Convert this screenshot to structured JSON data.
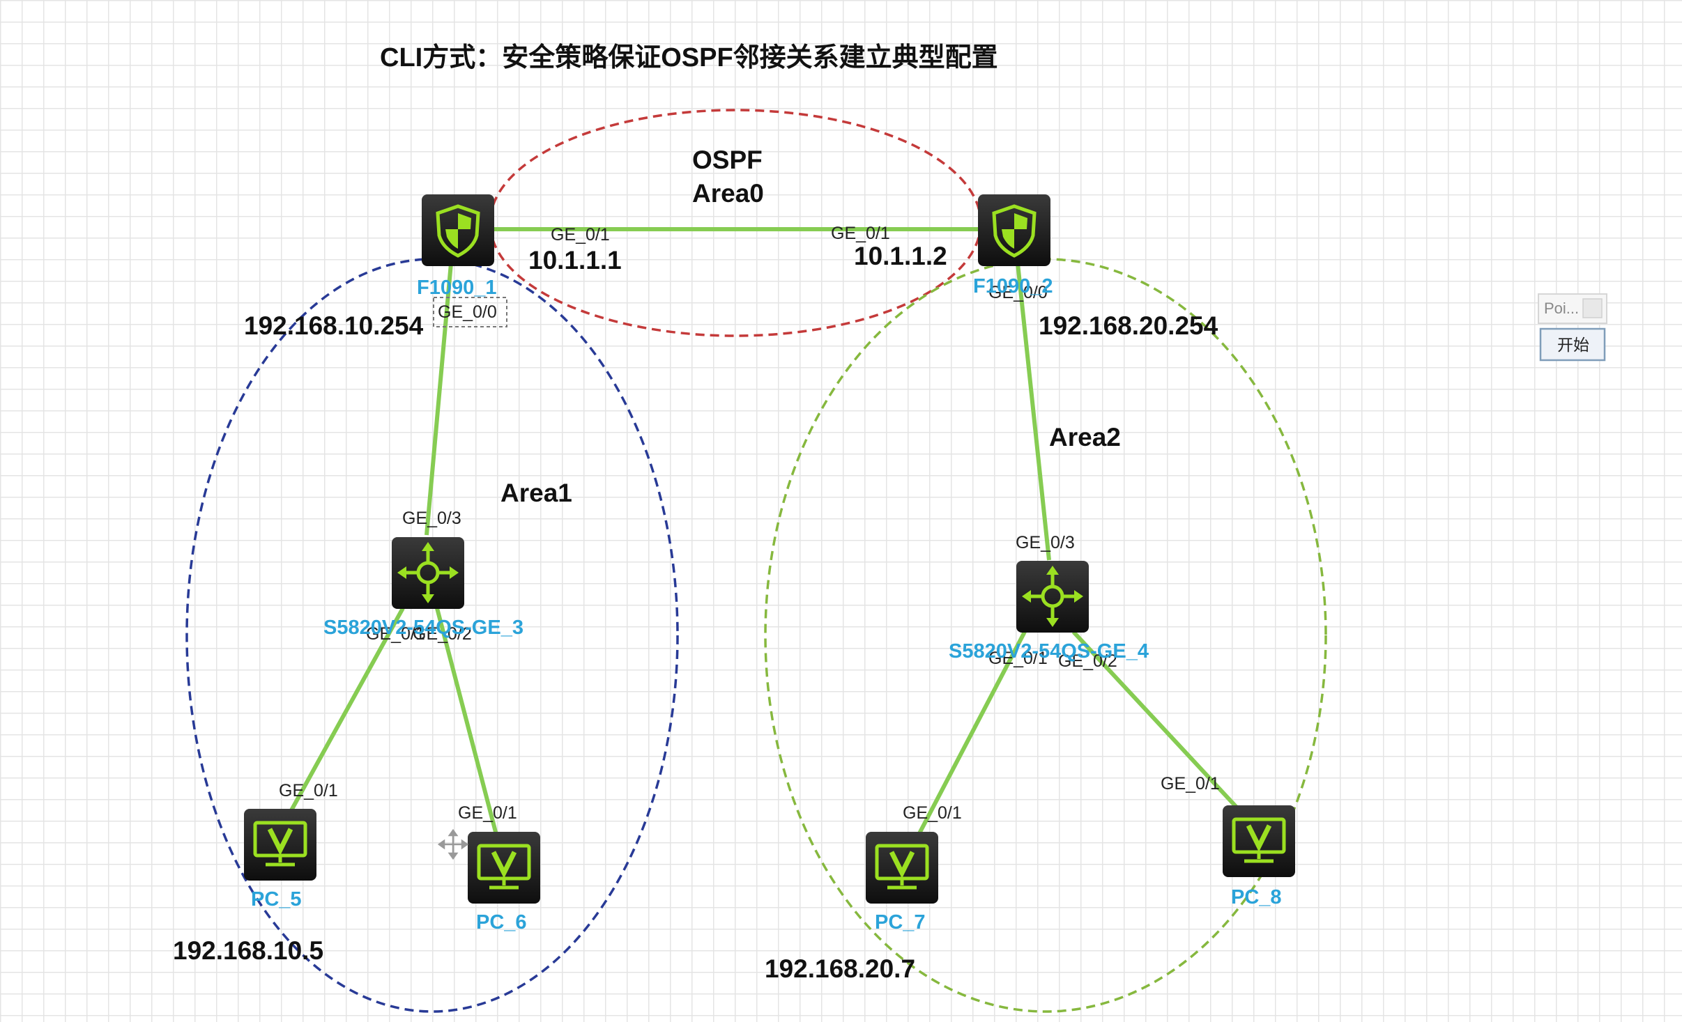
{
  "title": "CLI方式：安全策略保证OSPF邻接关系建立典型配置",
  "colors": {
    "link": "#86cc52",
    "area0": "#c43a3a",
    "area1": "#283a96",
    "area2": "#86b83e",
    "device_label": "#2ba3d9",
    "icon_bg": "#1b1b1b",
    "icon_fg": "#9be021"
  },
  "areas": {
    "area0": {
      "line1": "OSPF",
      "line2": "Area0"
    },
    "area1": {
      "label": "Area1"
    },
    "area2": {
      "label": "Area2"
    }
  },
  "devices": {
    "fw1": {
      "name": "F1090_1",
      "icon": "firewall-shield-icon"
    },
    "fw2": {
      "name": "F1090_2",
      "icon": "firewall-shield-icon"
    },
    "sw3": {
      "name": "S5820V2-54QS-GE_3",
      "icon": "switch-arrows-icon"
    },
    "sw4": {
      "name": "S5820V2-54QS-GE_4",
      "icon": "switch-arrows-icon"
    },
    "pc5": {
      "name": "PC_5",
      "icon": "pc-monitor-icon"
    },
    "pc6": {
      "name": "PC_6",
      "icon": "pc-monitor-icon"
    },
    "pc7": {
      "name": "PC_7",
      "icon": "pc-monitor-icon"
    },
    "pc8": {
      "name": "PC_8",
      "icon": "pc-monitor-icon"
    }
  },
  "ports": {
    "fw1_ge01": "GE_0/1",
    "fw2_ge01": "GE_0/1",
    "fw1_ge00": "GE_0/0",
    "fw2_ge00": "GE_0/0",
    "sw3_ge03": "GE_0/3",
    "sw3_ge01": "GE_0/1",
    "sw3_ge02": "GE_0/2",
    "sw4_ge03": "GE_0/3",
    "sw4_ge01": "GE_0/1",
    "sw4_ge02": "GE_0/2",
    "pc5_ge01": "GE_0/1",
    "pc6_ge01": "GE_0/1",
    "pc7_ge01": "GE_0/1",
    "pc8_ge01": "GE_0/1"
  },
  "ips": {
    "fw1_wan": "10.1.1.1",
    "fw2_wan": "10.1.1.2",
    "fw1_lan": "192.168.10.254",
    "fw2_lan": "192.168.20.254",
    "pc5": "192.168.10.5",
    "pc7": "192.168.20.7"
  },
  "panel": {
    "title": "Poi...",
    "start_button": "开始"
  }
}
